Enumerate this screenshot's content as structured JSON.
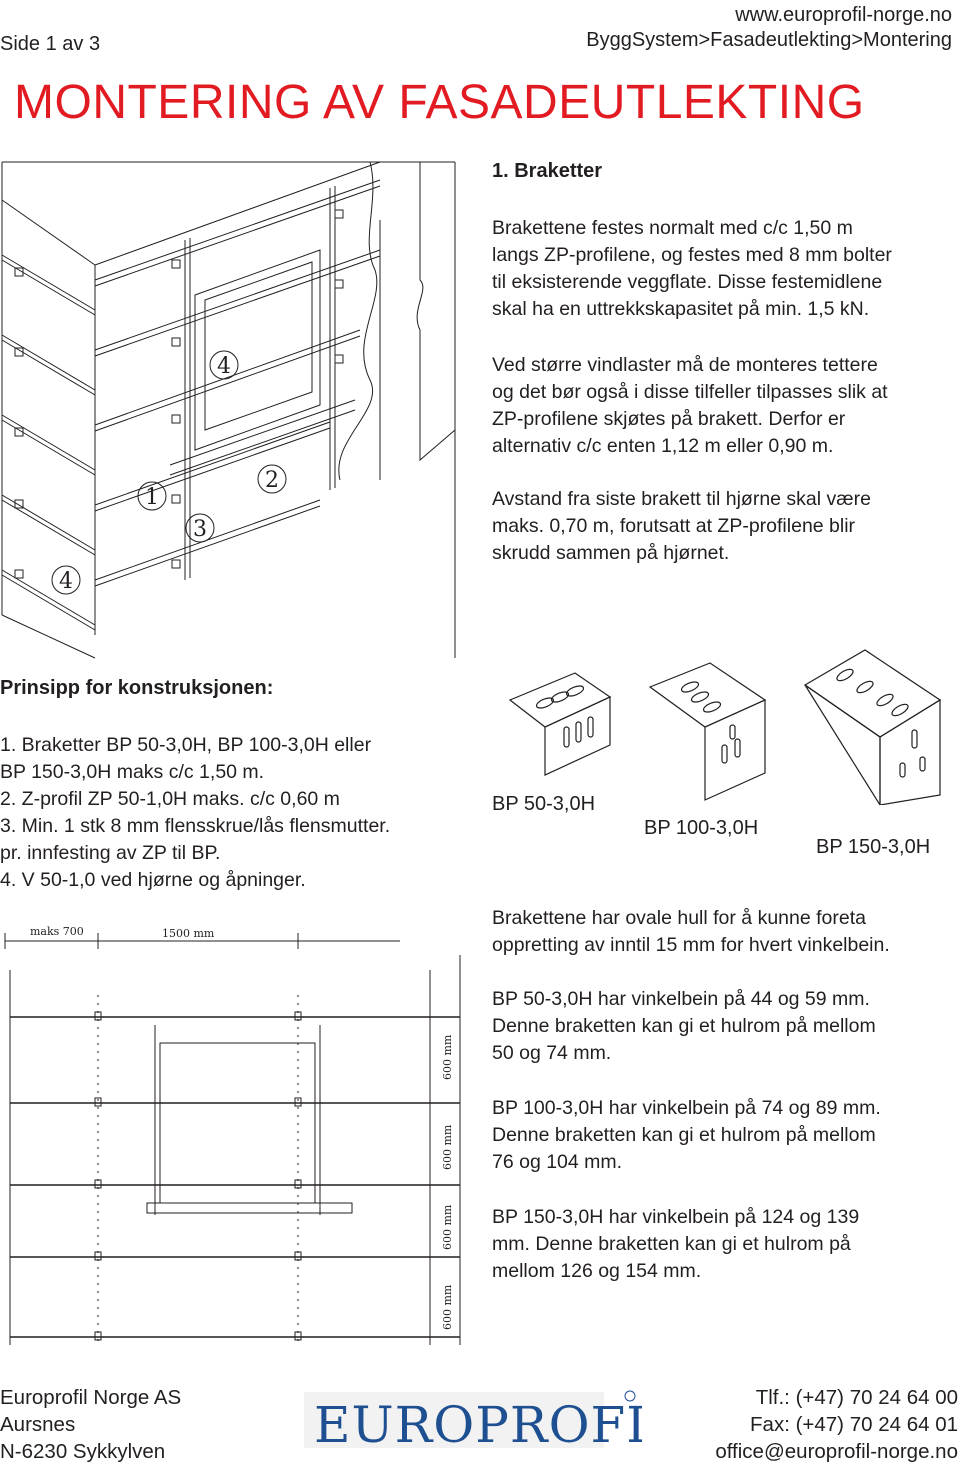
{
  "header": {
    "page": "Side 1 av 3",
    "url": "www.europrofil-norge.no",
    "breadcrumb": "ByggSystem>Fasadeutlekting>Montering"
  },
  "title": "MONTERING AV FASADEUTLEKTING",
  "section1": {
    "heading": "1. Braketter",
    "p1": "Brakettene festes normalt med c/c 1,50 m\nlangs ZP-profilene, og festes med 8 mm bolter\ntil eksisterende veggflate. Disse festemidlene\nskal ha en uttrekkskapasitet på min. 1,5 kN.",
    "p2": "Ved større vindlaster må de monteres tettere\nog det bør også i disse tilfeller tilpasses slik at\nZP-profilene skjøtes på brakett. Derfor er\nalternativ c/c enten 1,12 m eller 0,90 m.",
    "p3": "Avstand fra siste brakett til hjørne skal være\nmaks. 0,70 m, forutsatt at ZP-profilene blir\nskrudd sammen på hjørnet."
  },
  "figure1": {
    "callouts": [
      "4",
      "1",
      "3",
      "2",
      "4"
    ]
  },
  "principle": {
    "heading": "Prinsipp for konstruksjonen:",
    "list": "1. Braketter BP 50-3,0H, BP 100-3,0H eller\n    BP 150-3,0H maks c/c 1,50 m.\n2. Z-profil ZP 50-1,0H maks. c/c 0,60 m\n3. Min. 1 stk 8 mm flensskrue/lås flensmutter.\n    pr. innfesting av ZP til BP.\n4. V 50-1,0 ved hjørne og åpninger."
  },
  "brackets": {
    "bp50": "BP 50-3,0H",
    "bp100": "BP 100-3,0H",
    "bp150": "BP 150-3,0H"
  },
  "bracket_text": {
    "p4": "Brakettene har ovale hull for å kunne foreta\noppretting av inntil 15 mm for hvert vinkelbein.",
    "p5": "BP 50-3,0H har vinkelbein på 44 og 59 mm.\nDenne braketten kan gi et hulrom på mellom\n50 og 74 mm.",
    "p6": "BP 100-3,0H har vinkelbein på 74 og 89 mm.\nDenne braketten kan gi et hulrom på mellom\n76 og 104 mm.",
    "p7": "BP 150-3,0H har vinkelbein på 124 og 139\nmm. Denne braketten kan gi et hulrom på\nmellom 126 og 154 mm."
  },
  "drawing2": {
    "dim_maks": "maks 700",
    "dim_1500": "1500 mm",
    "dim_600": "600 mm"
  },
  "footer": {
    "company": "Europrofil Norge AS",
    "place": "Aursnes",
    "postal": "N-6230 Sykkylven",
    "logo_text": "EUROPROFIL",
    "phone": "Tlf.: (+47) 70 24 64 00",
    "fax": "Fax: (+47) 70 24 64 01",
    "email": "office@europrofil-norge.no"
  },
  "colors": {
    "title_red": "#e21b22",
    "logo_blue": "#1d4f91"
  }
}
